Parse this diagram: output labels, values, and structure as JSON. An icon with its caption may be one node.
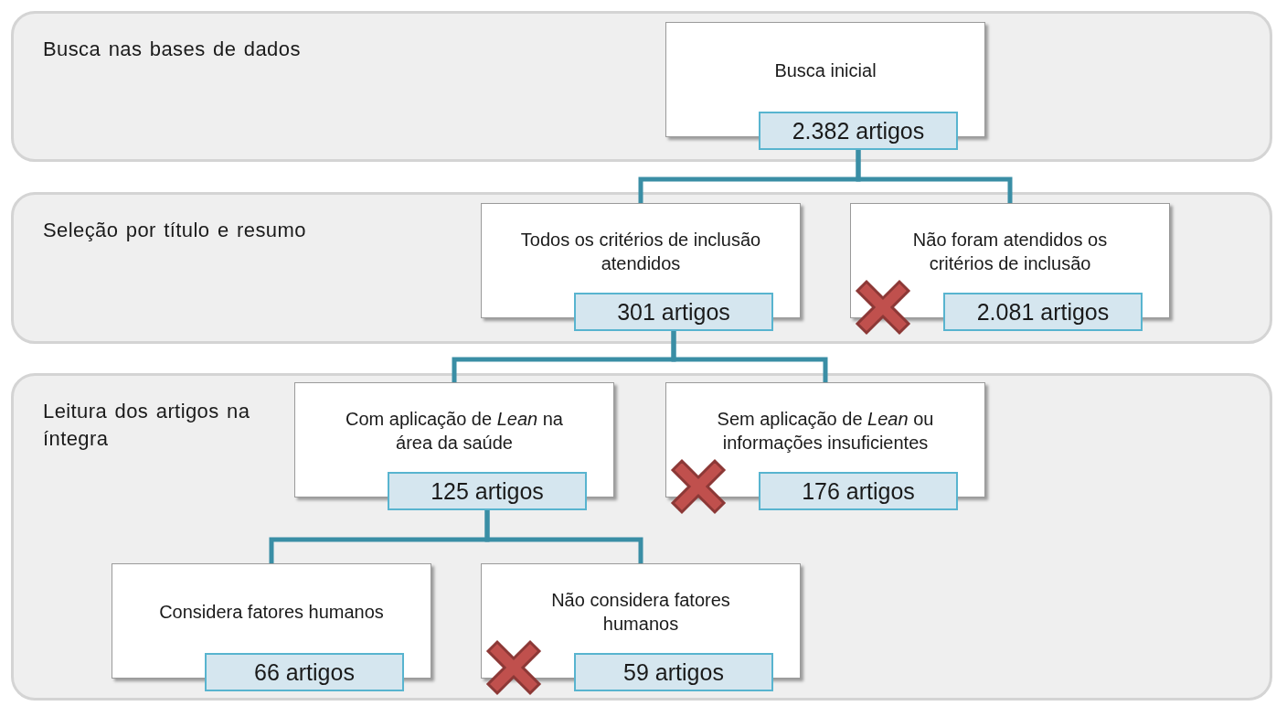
{
  "diagram": {
    "nodes": [
      {
        "text": [
          "Busca nas bases de dados"
        ]
      },
      {
        "text": [
          "Busca inicial",
          "2.382 artigos"
        ],
        "in": 0
      },
      {
        "text": [
          "Seleção por título e resumo"
        ]
      },
      {
        "text": [
          "Todos os critérios de inclusão atendidos",
          "301 artigos"
        ],
        "in": 2
      },
      {
        "text": [
          "Não foram atendidos os critérios de inclusão",
          "2.081 artigos"
        ],
        "in": 2
      },
      {
        "text": [
          "Leitura dos artigos na íntegra"
        ]
      },
      {
        "text": [
          "Com aplicação de *Lean* na área da saúde",
          "125 artigos"
        ],
        "in": 5
      },
      {
        "text": [
          "Sem aplicação de *Lean* ou informações insuficientes",
          "176 artigos"
        ],
        "in": 5
      },
      {
        "text": [
          "Considera fatores humanos",
          "66 artigos"
        ],
        "in": 5
      },
      {
        "text": [
          "Não considera fatores humanos",
          "59 artigos"
        ],
        "in": 5
      }
    ],
    "edges": [
      {
        "from": 1,
        "to": 3,
        "arrow": "none"
      },
      {
        "from": 1,
        "to": 4,
        "arrow": "none"
      },
      {
        "from": 3,
        "to": 6,
        "arrow": "none"
      },
      {
        "from": 3,
        "to": 7,
        "arrow": "none"
      },
      {
        "from": 6,
        "to": 8,
        "arrow": "none"
      },
      {
        "from": 6,
        "to": 9,
        "arrow": "none"
      }
    ]
  }
}
